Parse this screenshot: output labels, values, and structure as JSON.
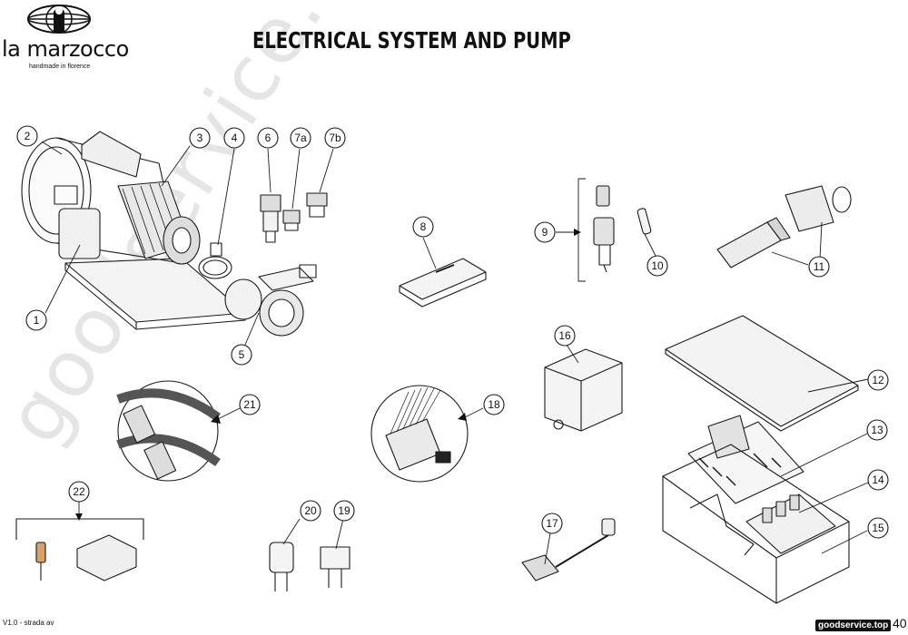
{
  "brand": {
    "name": "la marzocco",
    "tagline": "handmade in florence"
  },
  "title": "ELECTRICAL SYSTEM AND PUMP",
  "watermark": "goodservice.top",
  "footer": {
    "version": "V1.0 - strada av",
    "website": "goodservice.top",
    "page": "40"
  },
  "callouts": [
    {
      "id": "c1",
      "label": "1"
    },
    {
      "id": "c2",
      "label": "2"
    },
    {
      "id": "c3",
      "label": "3"
    },
    {
      "id": "c4",
      "label": "4"
    },
    {
      "id": "c5",
      "label": "5"
    },
    {
      "id": "c6",
      "label": "6"
    },
    {
      "id": "c7a",
      "label": "7a"
    },
    {
      "id": "c7b",
      "label": "7b"
    },
    {
      "id": "c8",
      "label": "8"
    },
    {
      "id": "c9",
      "label": "9"
    },
    {
      "id": "c10",
      "label": "10"
    },
    {
      "id": "c11",
      "label": "11"
    },
    {
      "id": "c12",
      "label": "12"
    },
    {
      "id": "c13",
      "label": "13"
    },
    {
      "id": "c14",
      "label": "14"
    },
    {
      "id": "c15",
      "label": "15"
    },
    {
      "id": "c16",
      "label": "16"
    },
    {
      "id": "c17",
      "label": "17"
    },
    {
      "id": "c18",
      "label": "18"
    },
    {
      "id": "c19",
      "label": "19"
    },
    {
      "id": "c20",
      "label": "20"
    },
    {
      "id": "c21",
      "label": "21"
    },
    {
      "id": "c22",
      "label": "22"
    }
  ]
}
